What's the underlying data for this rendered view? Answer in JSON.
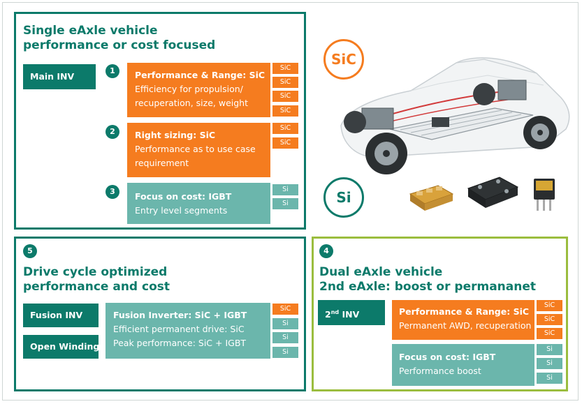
{
  "single": {
    "title_1": "Single eAxle vehicle",
    "title_2": "performance or cost focused",
    "main_inv": "Main INV",
    "n1": "1",
    "n2": "2",
    "n3": "3",
    "opt1_title": "Performance & Range: SiC",
    "opt1_line1": "Efficiency for propulsion/",
    "opt1_line2": "recuperation, size, weight",
    "opt1_tags": [
      "SiC",
      "SiC",
      "SiC",
      "SiC"
    ],
    "opt2_title": "Right sizing: SiC",
    "opt2_line1": "Performance as to use case",
    "opt2_line2": "requirement",
    "opt2_tags": [
      "SiC",
      "SiC"
    ],
    "opt3_title": "Focus on cost: IGBT",
    "opt3_line1": "Entry level segments",
    "opt3_tags": [
      "Si",
      "Si"
    ]
  },
  "legend": {
    "sic": "SiC",
    "si": "Si"
  },
  "drive": {
    "num": "5",
    "title_1": "Drive cycle optimized",
    "title_2": "performance and cost",
    "fusion_inv": "Fusion INV",
    "open_winding": "Open Winding",
    "box_title": "Fusion Inverter: SiC + IGBT",
    "box_line1": "Efficient permanent drive: SiC",
    "box_line2": "Peak performance: SiC + IGBT",
    "tags": [
      "SiC",
      "Si",
      "Si",
      "Si"
    ]
  },
  "dual": {
    "num": "4",
    "title_1": "Dual eAxle vehicle",
    "title_2": "2nd eAxle: boost or permananet",
    "inv_num": "2",
    "inv_sup": "nd",
    "inv_text": " INV",
    "opt1_title": "Performance & Range: SiC",
    "opt1_line1": "Permanent AWD, recuperation",
    "opt1_tags": [
      "SiC",
      "SiC",
      "SiC"
    ],
    "opt2_title": "Focus on cost: IGBT",
    "opt2_line1": "Performance boost",
    "opt2_tags": [
      "Si",
      "Si",
      "Si"
    ]
  },
  "colors": {
    "teal": "#0c7a6a",
    "orange": "#f57c1f",
    "light_teal": "#6bb6ac",
    "green": "#9bbd3e"
  }
}
